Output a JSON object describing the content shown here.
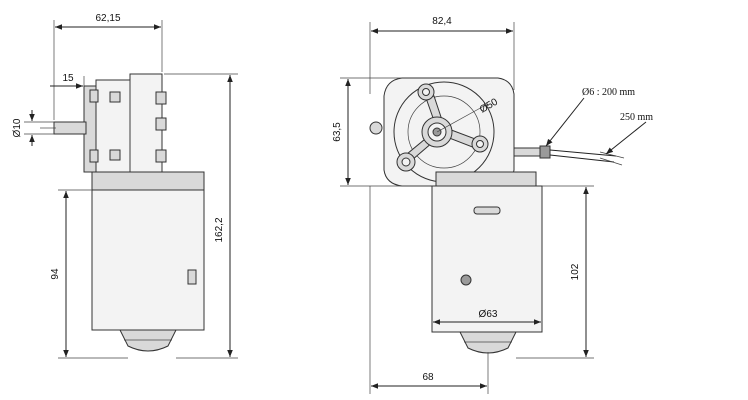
{
  "side_view": {
    "width_total": "62,15",
    "shaft_length": "15",
    "shaft_diameter": "Ø10",
    "motor_length": "94",
    "height_total": "162,2"
  },
  "front_view": {
    "width_total": "82,4",
    "gearbox_height": "63,5",
    "gear_diameter": "Ø50",
    "cable_diameter": "Ø6 : 200 mm",
    "cable_length": "250 mm",
    "motor_length": "102",
    "motor_diameter": "Ø63",
    "base_offset": "68"
  }
}
